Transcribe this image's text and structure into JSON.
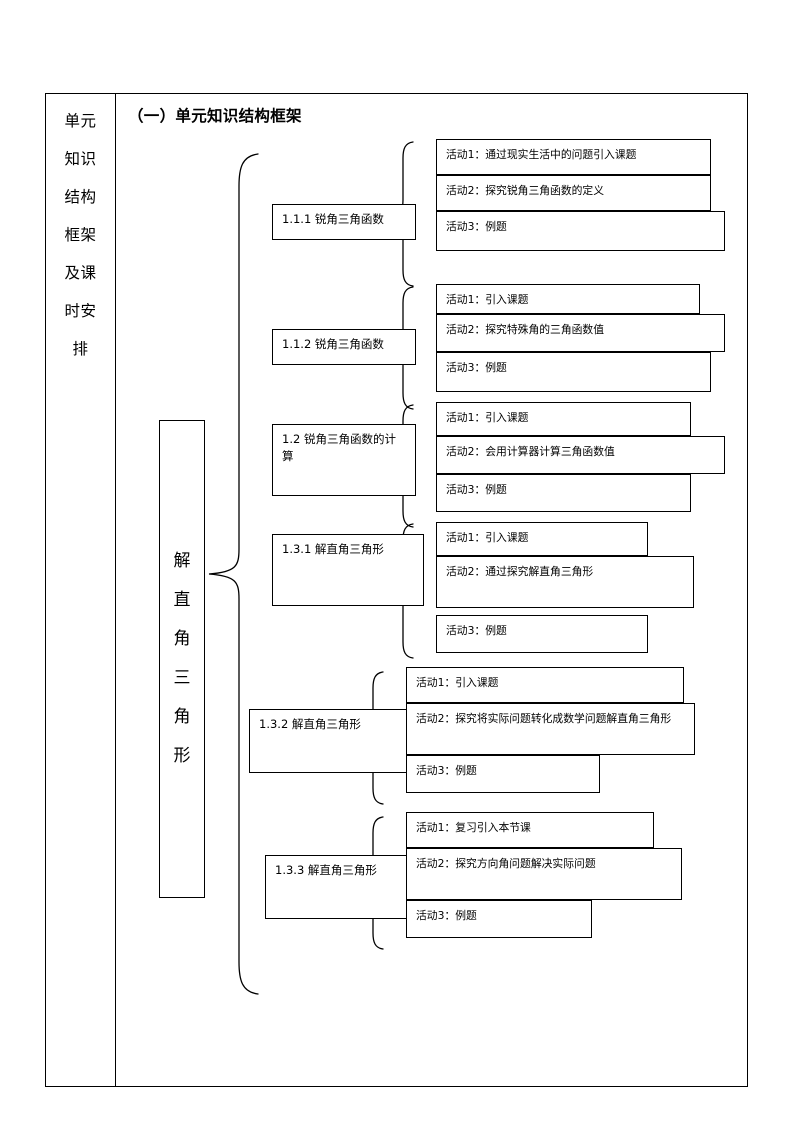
{
  "row_label": "单元\n知识\n结构\n框架\n及课\n时安\n排",
  "heading": "（一）单元知识结构框架",
  "root": {
    "label": "解直角三角形",
    "chars": [
      "解",
      "直",
      "角",
      "三",
      "角",
      "形"
    ]
  },
  "groups": [
    {
      "section": "1.1.1 锐角三角函数",
      "activities": [
        "活动1：通过现实生活中的问题引入课题",
        "活动2：探究锐角三角函数的定义",
        "活动3：例题"
      ]
    },
    {
      "section": "1.1.2 锐角三角函数",
      "activities": [
        "活动1：引入课题",
        "活动2：探究特殊角的三角函数值",
        "活动3：例题"
      ]
    },
    {
      "section": "1.2 锐角三角函数的计算",
      "activities": [
        "活动1：引入课题",
        "活动2：会用计算器计算三角函数值",
        "活动3：例题"
      ]
    },
    {
      "section": "1.3.1 解直角三角形",
      "activities": [
        "活动1：引入课题",
        "活动2：通过探究解直角三角形",
        "活动3：例题"
      ]
    },
    {
      "section": "1.3.2 解直角三角形",
      "activities": [
        "活动1：引入课题",
        "活动2：探究将实际问题转化成数学问题解直角三角形",
        "活动3：例题"
      ]
    },
    {
      "section": "1.3.3 解直角三角形",
      "activities": [
        "活动1：复习引入本节课",
        "活动2：探究方向角问题解决实际问题",
        "活动3：例题"
      ]
    }
  ],
  "colors": {
    "line": "#000000",
    "background": "#ffffff"
  }
}
